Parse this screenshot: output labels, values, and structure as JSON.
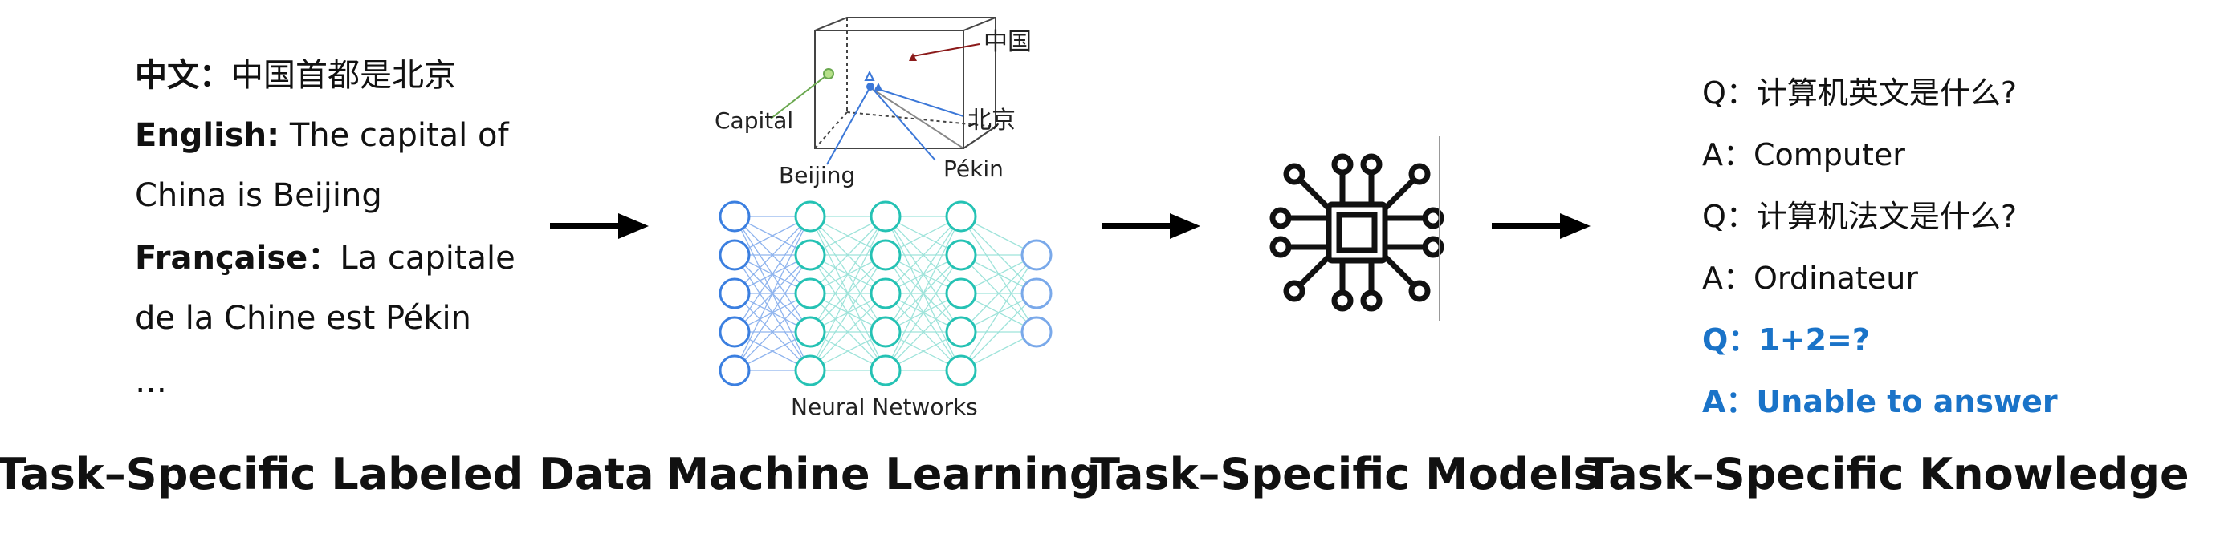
{
  "labeled_data": {
    "lines": [
      {
        "lang": "中文：",
        "text": "中国首都是北京"
      },
      {
        "lang": "English:",
        "text": " The capital of"
      },
      {
        "lang": "",
        "text": "China is Beijing"
      },
      {
        "lang": "Française：",
        "text": "La capitale"
      },
      {
        "lang": "",
        "text": "de la Chine est Pékin"
      },
      {
        "lang": "",
        "text": "…"
      }
    ]
  },
  "embedding": {
    "labels": {
      "china": "中国",
      "capital": "Capital",
      "beijing_zh": "北京",
      "beijing_en": "Beijing",
      "pekin": "Pékin"
    },
    "point_colors": {
      "capital": "#6aa84f",
      "china": "#8b1a1a",
      "beijing": "#3c78d8"
    }
  },
  "neural_network": {
    "caption": "Neural Networks",
    "layers": [
      5,
      5,
      5,
      5,
      3
    ],
    "colors": {
      "input": "#3b7fe0",
      "hidden": "#25c2b4",
      "output": "#7aa9ea"
    }
  },
  "qa": [
    {
      "q": "Q：",
      "text": "计算机英文是什么?",
      "highlight": false
    },
    {
      "q": "A：",
      "text": "Computer",
      "highlight": false
    },
    {
      "q": "Q：",
      "text": "计算机法文是什么?",
      "highlight": false
    },
    {
      "q": "A：",
      "text": "Ordinateur",
      "highlight": false
    },
    {
      "q": "Q：",
      "text": "1+2=?",
      "highlight": true
    },
    {
      "q": "A：",
      "text": "Unable to answer",
      "highlight": true
    }
  ],
  "stages": [
    {
      "title": "Task–Specific Labeled Data"
    },
    {
      "title": "Machine Learning"
    },
    {
      "title": "Task–Specific Models"
    },
    {
      "title": "Task–Specific Knowledge"
    }
  ],
  "highlight_color": "#1a73c8"
}
